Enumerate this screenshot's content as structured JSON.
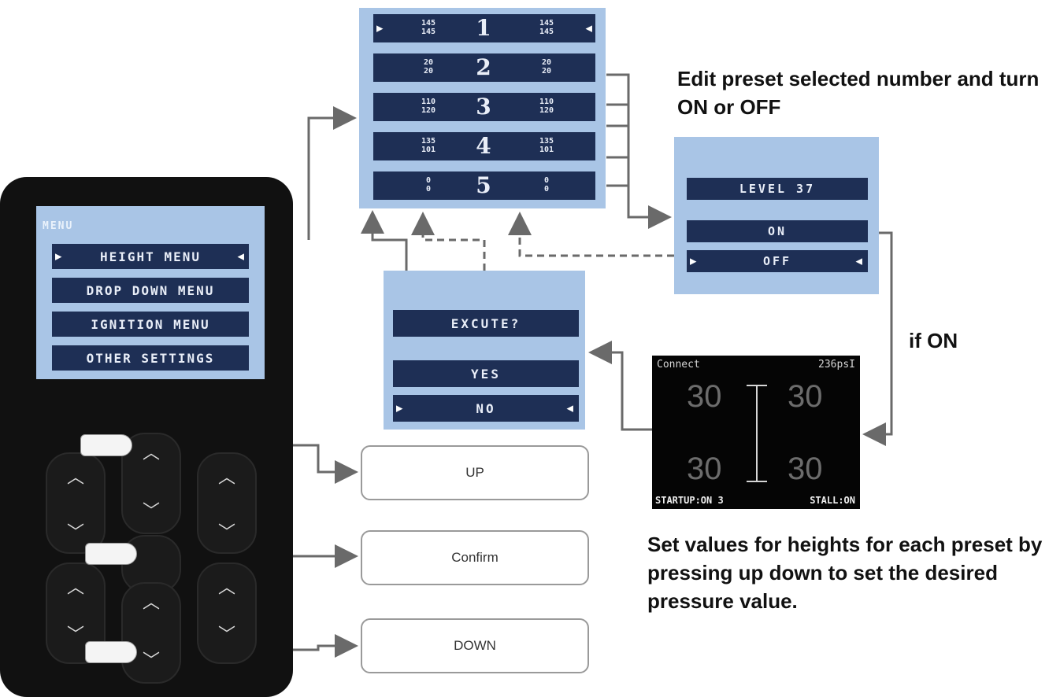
{
  "menu": {
    "title": "MENU",
    "items": [
      "HEIGHT MENU",
      "DROP DOWN MENU",
      "IGNITION MENU",
      "OTHER SETTINGS"
    ]
  },
  "presets": [
    {
      "number": "1",
      "left_top": "145",
      "left_bottom": "145",
      "right_top": "145",
      "right_bottom": "145"
    },
    {
      "number": "2",
      "left_top": "20",
      "left_bottom": "20",
      "right_top": "20",
      "right_bottom": "20"
    },
    {
      "number": "3",
      "left_top": "110",
      "left_bottom": "120",
      "right_top": "110",
      "right_bottom": "120"
    },
    {
      "number": "4",
      "left_top": "135",
      "left_bottom": "101",
      "right_top": "135",
      "right_bottom": "101"
    },
    {
      "number": "5",
      "left_top": "0",
      "left_bottom": "0",
      "right_top": "0",
      "right_bottom": "0"
    }
  ],
  "level_screen": {
    "title": "LEVEL 37",
    "on": "ON",
    "off": "OFF"
  },
  "excute_screen": {
    "title": "EXCUTE?",
    "yes": "YES",
    "no": "NO"
  },
  "status_screen": {
    "connect": "Connect",
    "pressure": "236psI",
    "values": [
      "30",
      "30",
      "30",
      "30"
    ],
    "startup": "STARTUP:ON 3",
    "stall": "STALL:ON"
  },
  "buttons": {
    "up": "UP",
    "confirm": "Confirm",
    "down": "DOWN"
  },
  "notes": {
    "edit": "Edit preset selected number and turn ON or OFF",
    "if_on": "if ON",
    "set_values": "Set values for heights for each preset by pressing up down to set the desired pressure value."
  }
}
